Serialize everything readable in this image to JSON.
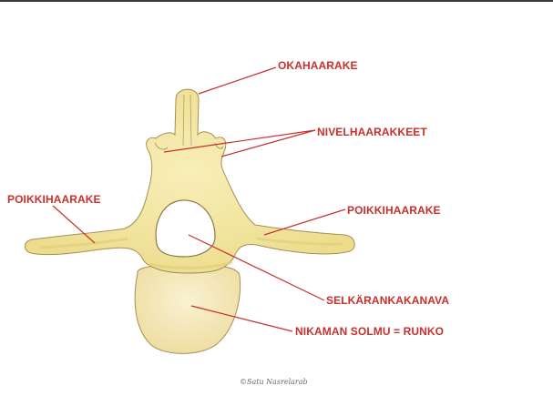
{
  "colors": {
    "label": "#c8302c",
    "leader": "#c8302c",
    "bone_fill": "#f5ecae",
    "bone_shade": "#e6d277",
    "bone_outline": "#a38f56",
    "body_fill": "#f7edc8",
    "rule": "#3a3a3a"
  },
  "labels": {
    "okahaarake": "OKAHAARAKE",
    "nivelhaarakkeet": "NIVELHAARAKKEET",
    "poikkihaarake_left": "POIKKIHAARAKE",
    "poikkihaarake_right": "POIKKIHAARAKE",
    "selkarankakanava": "SELKÄRANKAKANAVA",
    "nikaman_solmu": "NIKAMAN SOLMU = RUNKO"
  },
  "credit": "©Satu Nasrelarab"
}
